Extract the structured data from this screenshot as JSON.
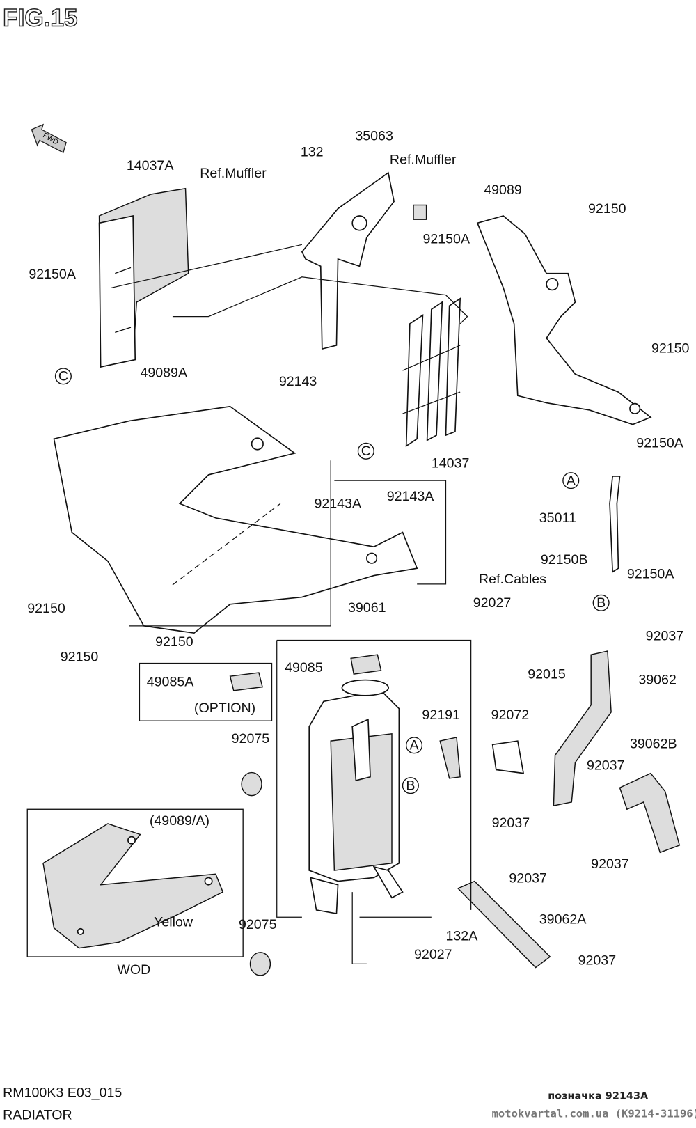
{
  "figure": {
    "title": "FIG.15",
    "fwd_arrow": "FWD"
  },
  "footer": {
    "model_code": "RM100K3 E03_015",
    "section": "RADIATOR",
    "note": "позначка 92143A",
    "watermark": "motokvartal.com.ua (K9214-31196)"
  },
  "callouts": [
    "14037A",
    "Ref.Muffler",
    "132",
    "35063",
    "Ref.Muffler",
    "49089",
    "92150",
    "92150A",
    "92150A",
    "92150",
    "49089A",
    "92143",
    "14037",
    "92150A",
    "92143A",
    "92143A",
    "35011",
    "92150B",
    "92150A",
    "Ref.Cables",
    "92027",
    "92150",
    "39061",
    "92037",
    "92150",
    "92150",
    "49085",
    "92015",
    "49085A",
    "39062",
    "(OPTION)",
    "92191",
    "92072",
    "92075",
    "39062B",
    "92037",
    "(49089/A)",
    "92037",
    "92037",
    "92037",
    "Yellow",
    "39062A",
    "92075",
    "132A",
    "92027",
    "92037",
    "WOD"
  ],
  "ref_markers": [
    "C",
    "C",
    "A",
    "B",
    "A",
    "B"
  ]
}
